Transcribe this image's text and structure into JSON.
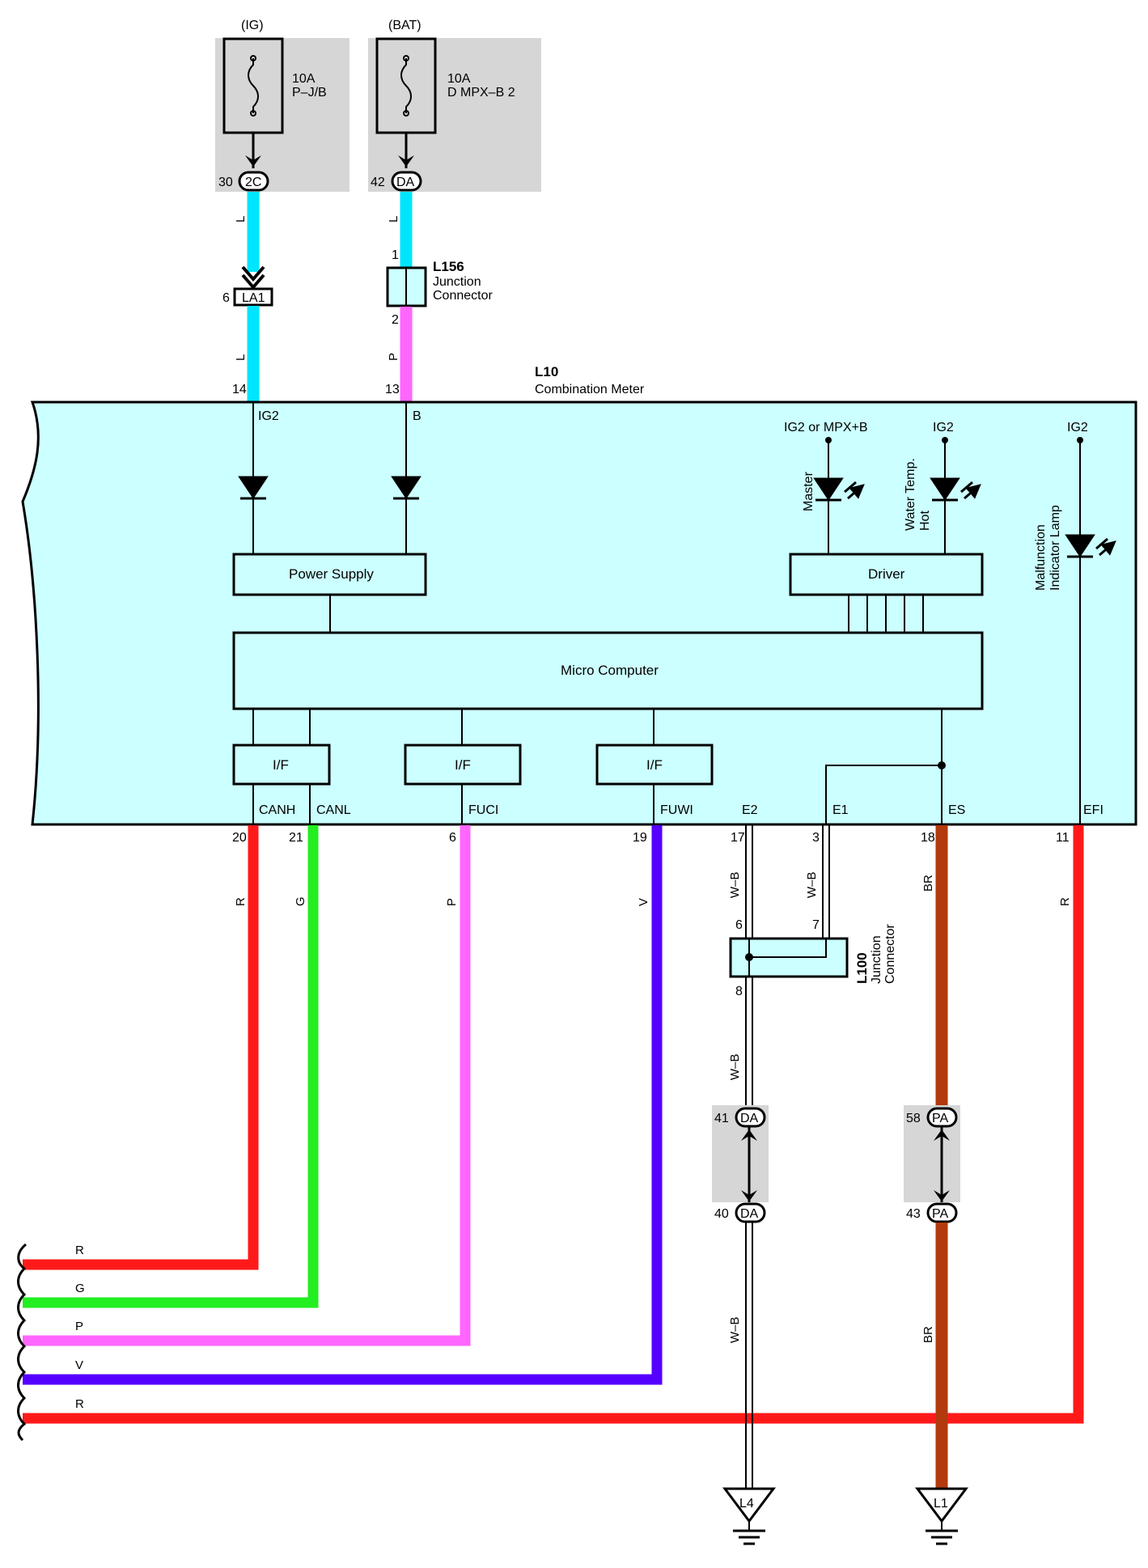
{
  "fuses": [
    {
      "source": "(IG)",
      "rating": "10A",
      "name": "P–J/B",
      "pin": "30",
      "connector": "2C"
    },
    {
      "source": "(BAT)",
      "rating": "10A",
      "name": "D MPX–B 2",
      "pin": "42",
      "connector": "DA"
    }
  ],
  "connectors": {
    "la1": {
      "id": "LA1",
      "pin": "6"
    },
    "l156": {
      "id": "L156",
      "desc_line1": "Junction",
      "desc_line2": "Connector",
      "pin_top": "1",
      "pin_bottom": "2"
    },
    "l100": {
      "id": "L100",
      "desc_line1": "Junction",
      "desc_line2": "Connector",
      "pin_left": "6",
      "pin_right": "7",
      "pin_bottom": "8"
    },
    "da_pair": {
      "id_top": "DA",
      "pin_top": "41",
      "id_bottom": "DA",
      "pin_bottom": "40"
    },
    "pa_pair": {
      "id_top": "PA",
      "pin_top": "58",
      "id_bottom": "PA",
      "pin_bottom": "43"
    }
  },
  "meter": {
    "id": "L10",
    "name": "Combination Meter",
    "top_pins": [
      {
        "pin": "14",
        "terminal": "IG2"
      },
      {
        "pin": "13",
        "terminal": "B"
      }
    ],
    "power_supply": "Power Supply",
    "micro_computer": "Micro Computer",
    "driver": "Driver",
    "interface_label": "I/F",
    "lamps": [
      {
        "supply": "IG2 or MPX+B",
        "line1": "Master",
        "line2": ""
      },
      {
        "supply": "IG2",
        "line1": "Water Temp.",
        "line2": "Hot"
      },
      {
        "supply": "IG2",
        "line1": "Malfunction",
        "line2": "Indicator Lamp"
      }
    ],
    "bottom_terminals": [
      {
        "terminal": "CANH",
        "pin": "20",
        "wire": "R"
      },
      {
        "terminal": "CANL",
        "pin": "21",
        "wire": "G"
      },
      {
        "terminal": "FUCI",
        "pin": "6",
        "wire": "P"
      },
      {
        "terminal": "FUWI",
        "pin": "19",
        "wire": "V"
      },
      {
        "terminal": "E2",
        "pin": "17",
        "wire": "W–B"
      },
      {
        "terminal": "E1",
        "pin": "3",
        "wire": "W–B"
      },
      {
        "terminal": "ES",
        "pin": "18",
        "wire": "BR"
      },
      {
        "terminal": "EFI",
        "pin": "11",
        "wire": "R"
      }
    ]
  },
  "wires": {
    "ig_upper": "L",
    "ig_lower": "L",
    "bat_upper": "L",
    "bat_lower": "P",
    "w_b_mid": "W–B",
    "w_b_low": "W–B",
    "br_low": "BR",
    "bus": [
      "R",
      "G",
      "P",
      "V",
      "R"
    ]
  },
  "grounds": [
    "L4",
    "L1"
  ],
  "colors": {
    "L": "#00e5ff",
    "P": "#ff66ff",
    "R": "#ff1a1a",
    "G": "#22ee22",
    "V": "#5500ff",
    "BR": "#b23a0c",
    "meter_fill": "#ccffff",
    "shade": "#d6d6d6"
  }
}
